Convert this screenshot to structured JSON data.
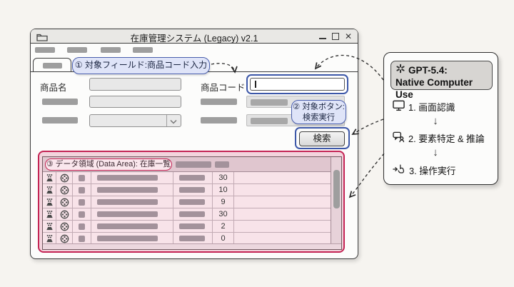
{
  "window": {
    "title": "在庫管理システム (Legacy) v2.1",
    "controls": {
      "close": "✕"
    },
    "form": {
      "product_name_label": "商品名",
      "product_code_label": "商品コード",
      "product_code_value": "",
      "search_button_label": "検索"
    },
    "table": {
      "quantities": [
        "30",
        "10",
        "9",
        "30",
        "2",
        "0"
      ]
    }
  },
  "annotations": {
    "step1_field": "① 対象フィールド:商品コード入力",
    "step2_button_line1": "② 対象ボタン:",
    "step2_button_line2": "検索実行",
    "step3_data_area": "③ データ領域 (Data Area): 在庫一覧"
  },
  "panel": {
    "title_line1": "GPT-5.4:",
    "title_line2": "Native Computer Use",
    "steps": [
      {
        "label": "1. 画面認識"
      },
      {
        "label": "2. 要素特定 & 推論"
      },
      {
        "label": "3. 操作実行"
      }
    ],
    "flow_arrow": "↓"
  },
  "colors": {
    "accent_blue": "#3c57a8",
    "annotation_bg": "#dfe4f8",
    "accent_red": "#c32454",
    "data_area_bg": "#f3d4dd",
    "placeholder_gray": "#9e9e9e"
  }
}
